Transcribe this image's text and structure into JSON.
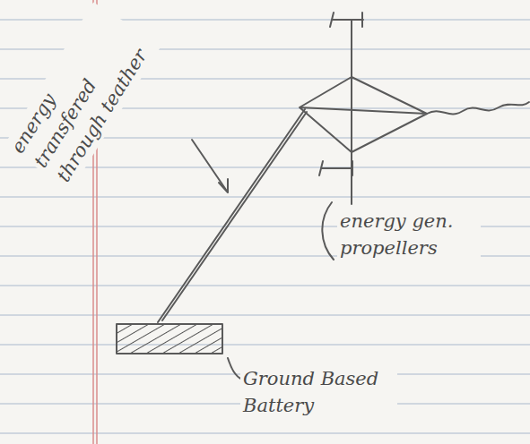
{
  "diagram": {
    "labels": [
      "energy transfered through teather",
      "energy gen. propellers",
      "Ground Based Battery"
    ]
  }
}
